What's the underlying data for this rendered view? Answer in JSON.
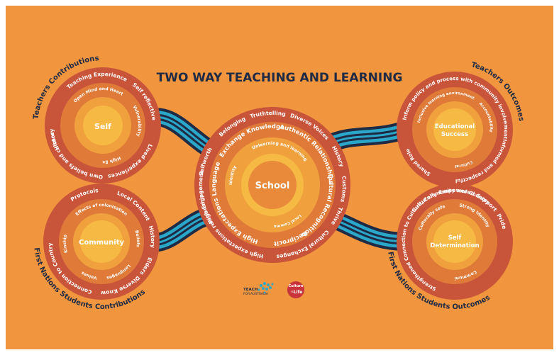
{
  "title": "TWO WAY TEACHING AND LEARNING",
  "colors": {
    "background": "#f1963f",
    "outer_ring": "#c8543a",
    "middle_ring": "#e07a38",
    "inner_ring": "#f0a13d",
    "center": "#f6b944",
    "river_dark": "#1f2a44",
    "river_light": "#2aa7c9",
    "title": "#1f2a44"
  },
  "circles": {
    "self": {
      "outer_label": "Teachers Contributions",
      "center": "Self",
      "outer_ring": [
        "History",
        "Teaching Experience",
        "Self reflective",
        "Lived experiences",
        "Own beliefs and culture"
      ],
      "middle_ring": [
        "Open Mind and Heart",
        "Vulnerability",
        "High Expectations"
      ]
    },
    "community": {
      "outer_label": "First Nations Students Contributions",
      "center": "Community",
      "outer_ring": [
        "Connection to Country",
        "Protocols",
        "Local Content",
        "History",
        "Elders",
        "Diverse Knowledge System"
      ],
      "middle_ring": [
        "Effects of colonisation",
        "Kinship",
        "Beliefs",
        "Values",
        "Languages"
      ]
    },
    "school": {
      "center": "School",
      "outer_ring": [
        "Truthtelling",
        "Diverse Voices",
        "History",
        "Customs",
        "Thrive",
        "Cultural Exchanges",
        "High expectations relationships",
        "High Engagement",
        "Selfworth",
        "Belonging"
      ],
      "middle_ring": [
        "Exchange Knowledge",
        "Authentic Relationships",
        "Cultural Recognition",
        "Reciprocity",
        "High Expectations",
        "Language"
      ],
      "inner_ring": [
        "Unlearning and learning",
        "Local Community involvement",
        "Identity"
      ]
    },
    "success": {
      "outer_label": "Teachers Outcomes",
      "center_line1": "Educational",
      "center_line2": "Success",
      "outer_ring": [
        "Inform policy and process with community involvement",
        "Informed and respectful relationships",
        "Shared Role"
      ],
      "middle_ring": [
        "Inclusive learning environment",
        "Accountability",
        "Culturally reflective"
      ]
    },
    "determination": {
      "outer_label": "First Nations Students Outcomes",
      "center_line1": "Self",
      "center_line2": "Determination",
      "outer_ring": [
        "Culturally Empowered",
        "Support",
        "Pride",
        "Strengthened Connection to Culture, Community and Country"
      ],
      "middle_ring": [
        "Strong Identity",
        "Culturally safe",
        "Community Grows Together"
      ]
    }
  },
  "logos": {
    "teach_line1": "TEACH",
    "teach_line2": "FOR",
    "teach_line3": "AUSTRALIA",
    "culture_line1": "Culture",
    "culture_line2": "is",
    "culture_line3": "Life"
  }
}
